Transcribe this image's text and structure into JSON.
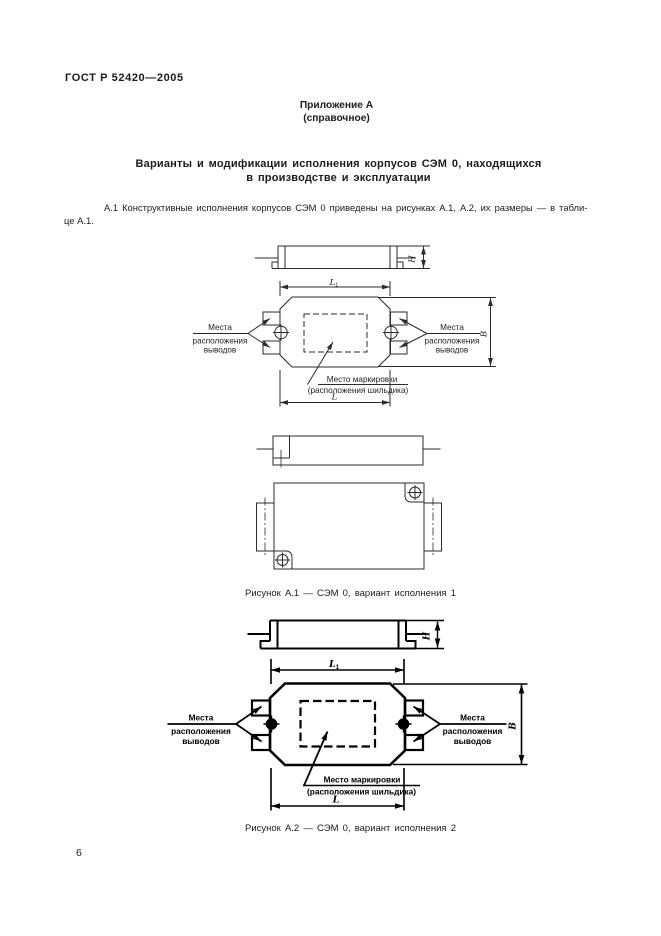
{
  "page": {
    "doc_number": "ГОСТ Р 52420—2005",
    "page_number": "6"
  },
  "appendix": {
    "label": "Приложение А",
    "type": "(справочное)"
  },
  "heading": {
    "line1": "Варианты и модификации исполнения корпусов СЭМ 0, находящихся",
    "line2": "в производстве и эксплуатации"
  },
  "paragraph": {
    "line1": "А.1  Конструктивные исполнения корпусов СЭМ 0 приведены на рисунках А.1, А.2, их размеры — в табли-",
    "line2": "це А.1."
  },
  "figure1": {
    "caption": "Рисунок А.1 — СЭМ 0, вариант исполнения 1",
    "left_label": {
      "l1": "Места",
      "l2": "расположения",
      "l3": "выводов"
    },
    "right_label": {
      "l1": "Места",
      "l2": "расположения",
      "l3": "выводов"
    },
    "marking_label": {
      "l1": "Место маркировки",
      "l2": "(расположения шильдика)"
    },
    "dims": {
      "h": "H",
      "l1": "L",
      "l1_sub": "1",
      "b": "B",
      "l": "L"
    }
  },
  "figure2": {
    "caption": "Рисунок А.2 — СЭМ 0, вариант исполнения 2",
    "left_label": {
      "l1": "Места",
      "l2": "расположения",
      "l3": "выводов"
    },
    "right_label": {
      "l1": "Места",
      "l2": "расположения",
      "l3": "выводов"
    },
    "marking_label": {
      "l1": "Место маркировки",
      "l2": "(расположения шильдика)"
    },
    "dims": {
      "h": "H",
      "l1": "L",
      "l1_sub": "1",
      "b": "B",
      "l": "L"
    }
  }
}
